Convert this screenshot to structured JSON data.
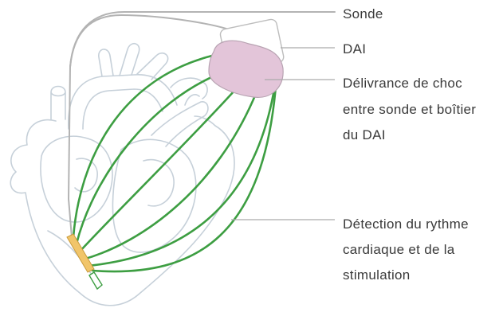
{
  "diagram": {
    "labels": {
      "lead": "Sonde",
      "device": "DAI",
      "shock_lines": [
        "Délivrance de choc",
        "entre sonde et boîtier",
        "du DAI"
      ],
      "detection_lines": [
        "Détection du rythme",
        "cardiaque et de la",
        "stimulation"
      ]
    }
  },
  "colors": {
    "heart": "#c6d0d9",
    "lead": "#b3b3b3",
    "field": "#3d9e42",
    "device-fill": "#e3c5d9",
    "device-stroke": "#b8a3b2",
    "electrode": "#f1c56a",
    "text": "#3a3a3a",
    "leader": "#aaaaaa"
  }
}
